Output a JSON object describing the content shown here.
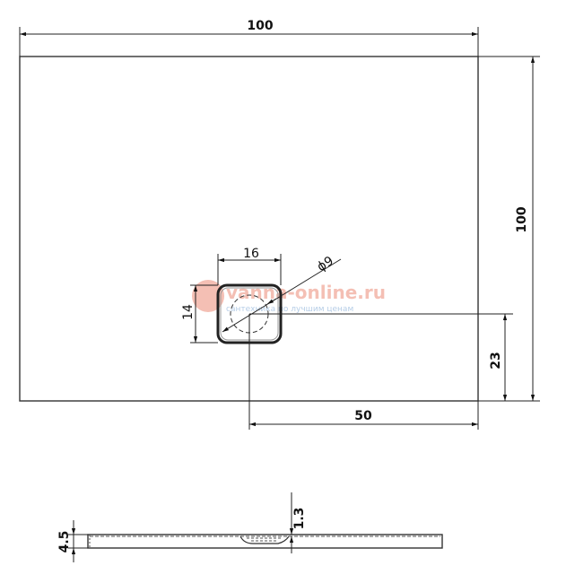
{
  "top_view": {
    "width_label": "100",
    "height_label": "100",
    "drain_width_label": "16",
    "drain_height_label": "14",
    "drain_diameter_label": "ϕ9",
    "drain_offset_y_label": "23",
    "drain_offset_x_label": "50"
  },
  "side_view": {
    "thickness_label": "4.5",
    "edge_label": "1.3"
  },
  "watermark": {
    "site": "vanna-online.ru",
    "tagline": "сантехника по лучшим ценам",
    "color_primary": "#e8735a",
    "color_secondary": "#5a8fc8"
  }
}
